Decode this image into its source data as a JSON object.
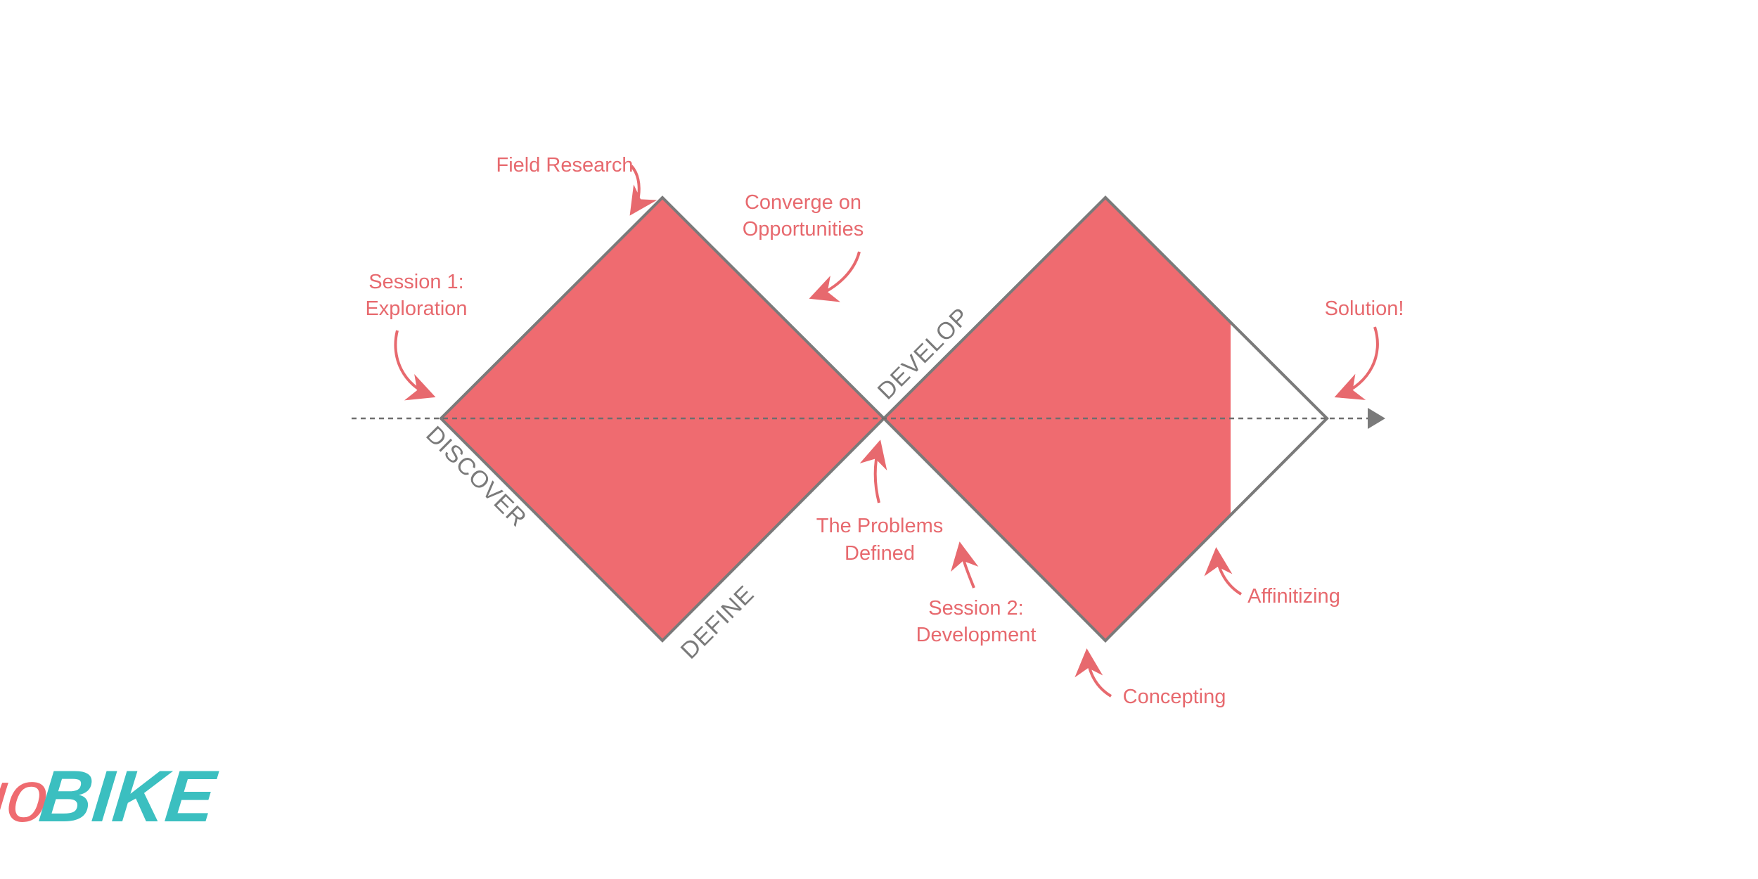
{
  "colors": {
    "fill": "#ef6b70",
    "outline": "#7a7a7a",
    "annotation": "#e7696e",
    "phase_label": "#7a7a7a",
    "logo_go": "#ef6b70",
    "logo_bike": "#3bbfc0"
  },
  "phases": {
    "discover": "DISCOVER",
    "define": "DEFINE",
    "develop": "DEVELOP"
  },
  "annotations": {
    "field_research": "Field Research",
    "converge_line1": "Converge on",
    "converge_line2": "Opportunities",
    "session1_line1": "Session 1:",
    "session1_line2": "Exploration",
    "problems_line1": "The Problems",
    "problems_line2": "Defined",
    "session2_line1": "Session 2:",
    "session2_line2": "Development",
    "concepting": "Concepting",
    "affinitizing": "Affinitizing",
    "solution": "Solution!"
  },
  "logo": {
    "go": "go",
    "bike": "BIKE"
  }
}
